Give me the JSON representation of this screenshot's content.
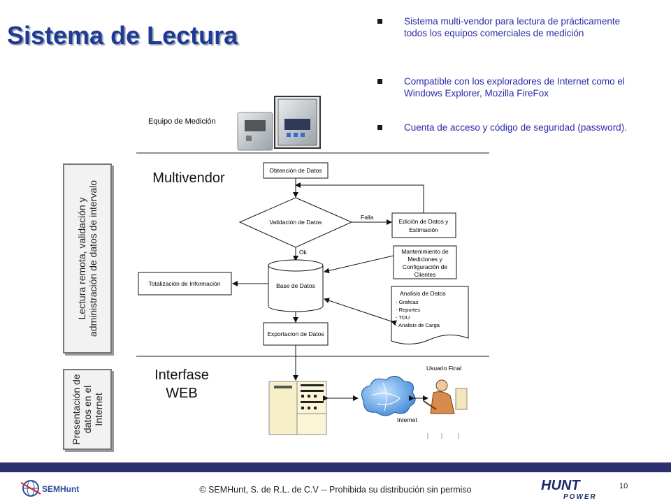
{
  "title": "Sistema de Lectura",
  "bullets": [
    "Sistema multi-vendor para lectura de prácticamente todos los equipos comerciales de medición",
    "Compatible con los exploradores de Internet como el Windows Explorer,  Mozilla FireFox",
    "Cuenta de acceso y código de seguridad (password)."
  ],
  "side_labels": {
    "lectura": "Lectura remota, validación y administración de datos de intervalo",
    "presentacion": "Presentación de datos en el Internet"
  },
  "section_labels": {
    "multivendor": "Multivendor",
    "interfase": "Interfase WEB"
  },
  "diagram": {
    "equipo": "Equipo de Medición",
    "obtencion": "Obtención de Datos",
    "validacion": "Validación de Datos",
    "falla": "Falla",
    "ok": "Ok",
    "edicion": [
      "Edición de Datos y",
      "Estimación"
    ],
    "mantenimiento": [
      "Mantenimiento de",
      "Mediciones y",
      "Configuración de",
      "Clientes"
    ],
    "base": "Base de Datos",
    "totalizacion": "Totalización de Información",
    "analisis": [
      "Analisis de Datos",
      "- Graficas",
      "- Reportes",
      "- TOU",
      "- Analisis de Carga"
    ],
    "exportacion": "Exportacion de Datos",
    "usuario": "Usuario Final",
    "internet": "Internet"
  },
  "footer": {
    "text": "© SEMHunt,  S. de R.L. de C.V -- Prohibida su distribución sin permiso",
    "page": "10"
  },
  "logos": {
    "semhunt": "SEMHunt",
    "hunt": "HUNT",
    "power": "POWER"
  },
  "colors": {
    "title": "#1f3a93",
    "bullet_text": "#2a2aa8",
    "footer_bar": "#2b2f6e"
  }
}
